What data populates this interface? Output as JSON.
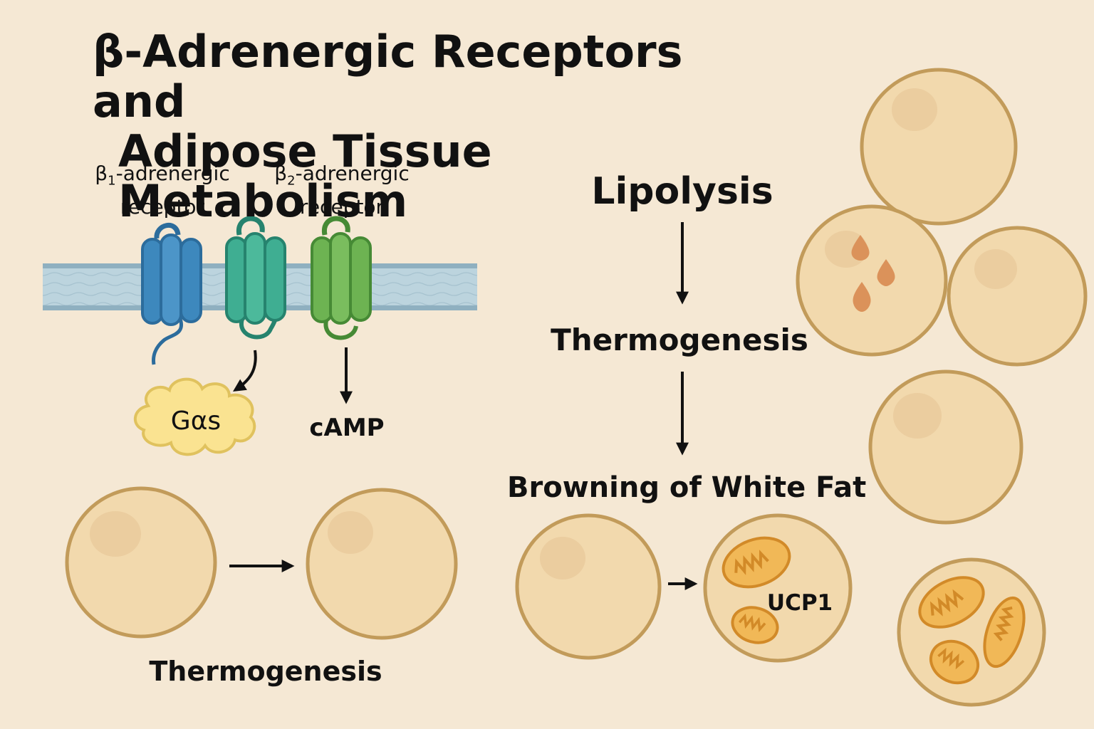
{
  "title": {
    "line1": "β-Adrenergic Receptors and",
    "line2": "Adipose Tissue Metabolism"
  },
  "receptors": {
    "beta1": {
      "prefix": "β",
      "sub": "1",
      "rest": "-adrenergic",
      "line2": "receptor"
    },
    "beta2": {
      "prefix": "β",
      "sub": "2",
      "rest": "-adrenergic",
      "line2": "receptor"
    }
  },
  "signaling": {
    "gas": "Gαs",
    "camp": "cAMP"
  },
  "left_bottom": {
    "label": "Thermogenesis"
  },
  "flow": {
    "step1": "Lipolysis",
    "step2": "Thermogenesis",
    "step3": "Browning of White Fat"
  },
  "brown_cell": {
    "label": "UCP1"
  },
  "colors": {
    "background": "#f5e8d4",
    "cell_fill": "#f2d9ad",
    "cell_border": "#c29b5a",
    "membrane": "#bcd4de",
    "receptor_1": "#3d88bd",
    "receptor_2": "#3fae92",
    "receptor_3": "#6db352",
    "gas_fill": "#fae391",
    "lipid_droplet": "#db925a",
    "mitochondria": "#eda43d"
  }
}
